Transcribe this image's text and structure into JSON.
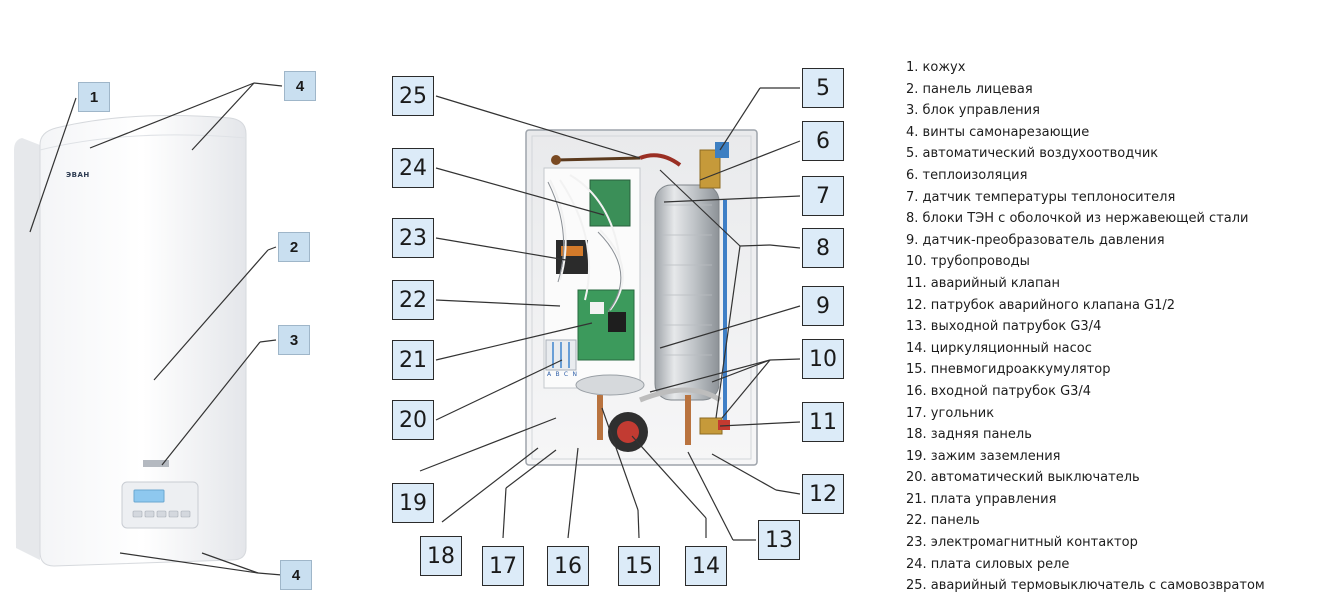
{
  "front_view": {
    "brand": "ЭВАН",
    "callouts": [
      "1",
      "4",
      "2",
      "3",
      "4"
    ]
  },
  "interior_view": {
    "callouts": [
      "25",
      "24",
      "23",
      "22",
      "21",
      "20",
      "19",
      "18",
      "17",
      "16",
      "15",
      "14",
      "13",
      "12",
      "11",
      "10",
      "9",
      "8",
      "7",
      "6",
      "5"
    ],
    "panel_labels": [
      "A",
      "B",
      "C",
      "N"
    ]
  },
  "legend": [
    "1. кожух",
    "2. панель лицевая",
    "3. блок управления",
    "4. винты самонарезающие",
    "5. автоматический воздухоотводчик",
    "6. теплоизоляция",
    "7. датчик температуры теплоносителя",
    "8. блоки ТЭН с оболочкой из нержавеющей стали",
    "9. датчик-преобразователь давления",
    "10. трубопроводы",
    "11. аварийный клапан",
    "12. патрубок аварийного клапана G1/2",
    "13. выходной патрубок G3/4",
    "14. циркуляционный насос",
    "15. пневмогидроаккумулятор",
    "16. входной патрубок G3/4",
    "17. угольник",
    "18. задняя панель",
    "19. зажим заземления",
    "20. автоматический выключатель",
    "21. плата управления",
    "22. панель",
    "23. электромагнитный контактор",
    "24. плата силовых реле",
    "25. аварийный термовыключатель с самовозвратом"
  ]
}
